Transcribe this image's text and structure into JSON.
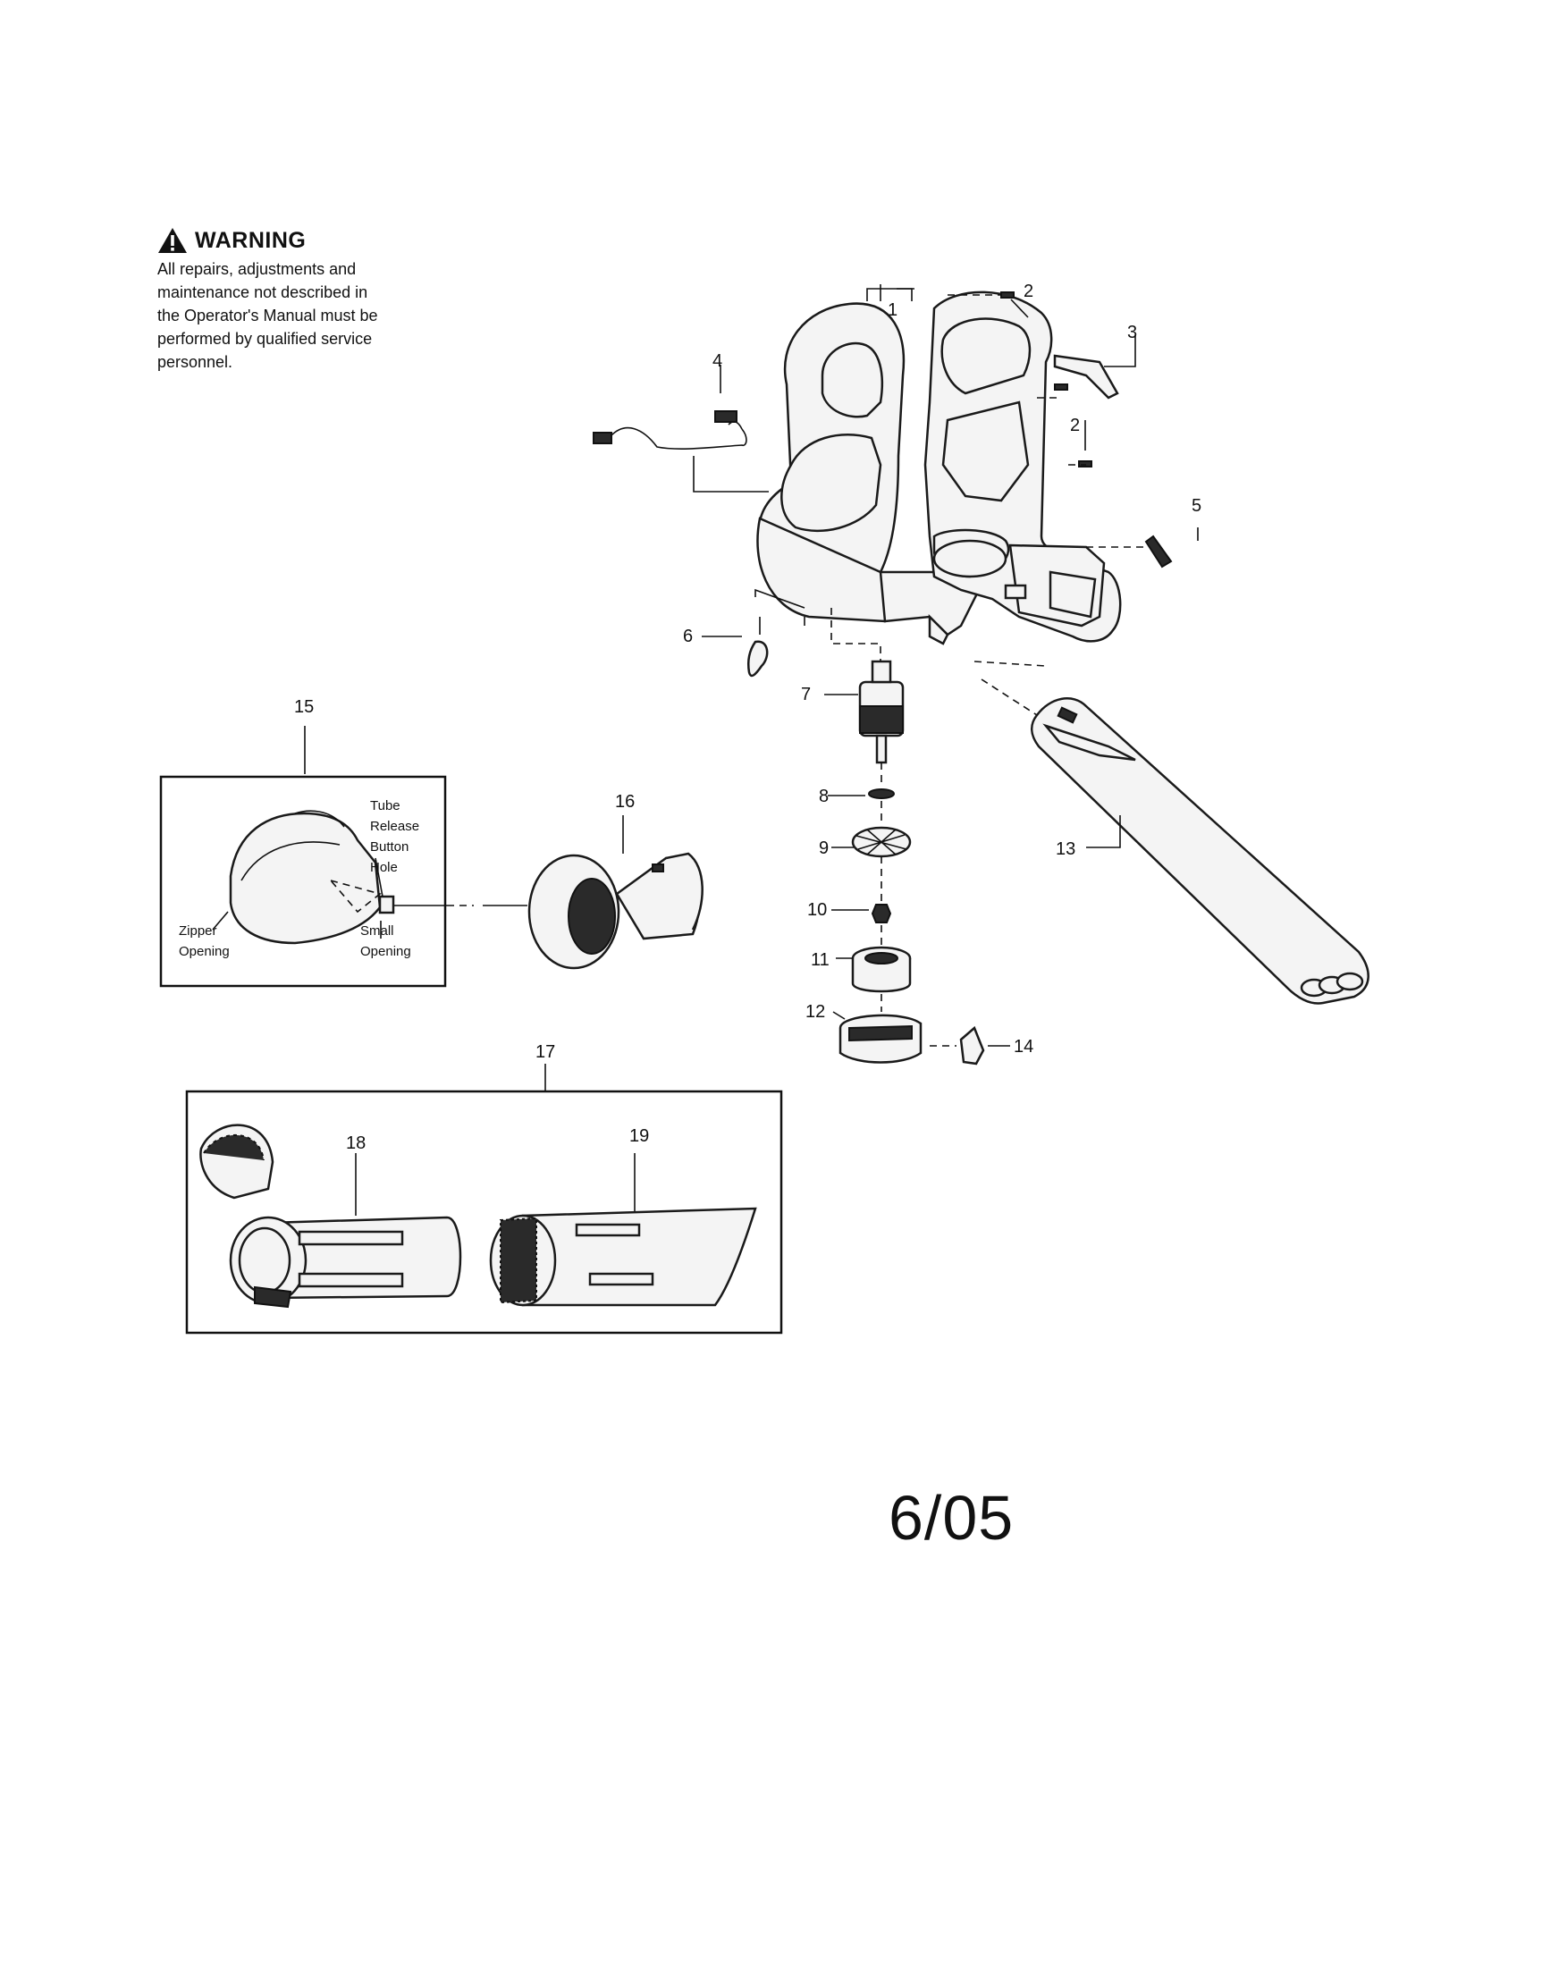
{
  "warning": {
    "title": "WARNING",
    "lines": [
      "All repairs, adjustments and",
      "maintenance not described in",
      "the Operator's Manual must be",
      "performed by qualified service",
      "personnel."
    ]
  },
  "callouts": {
    "c1": "1",
    "c2a": "2",
    "c2b": "2",
    "c3": "3",
    "c4": "4",
    "c5": "5",
    "c6": "6",
    "c7": "7",
    "c8": "8",
    "c9": "9",
    "c10": "10",
    "c11": "11",
    "c12": "12",
    "c13": "13",
    "c14": "14",
    "c15": "15",
    "c16": "16",
    "c17": "17",
    "c18": "18",
    "c19": "19"
  },
  "bag_notes": {
    "tube_release": [
      "Tube",
      "Release",
      "Button",
      "Hole"
    ],
    "zipper": [
      "Zipper",
      "Opening"
    ],
    "small": [
      "Small",
      "Opening"
    ]
  },
  "date_code": "6/05"
}
